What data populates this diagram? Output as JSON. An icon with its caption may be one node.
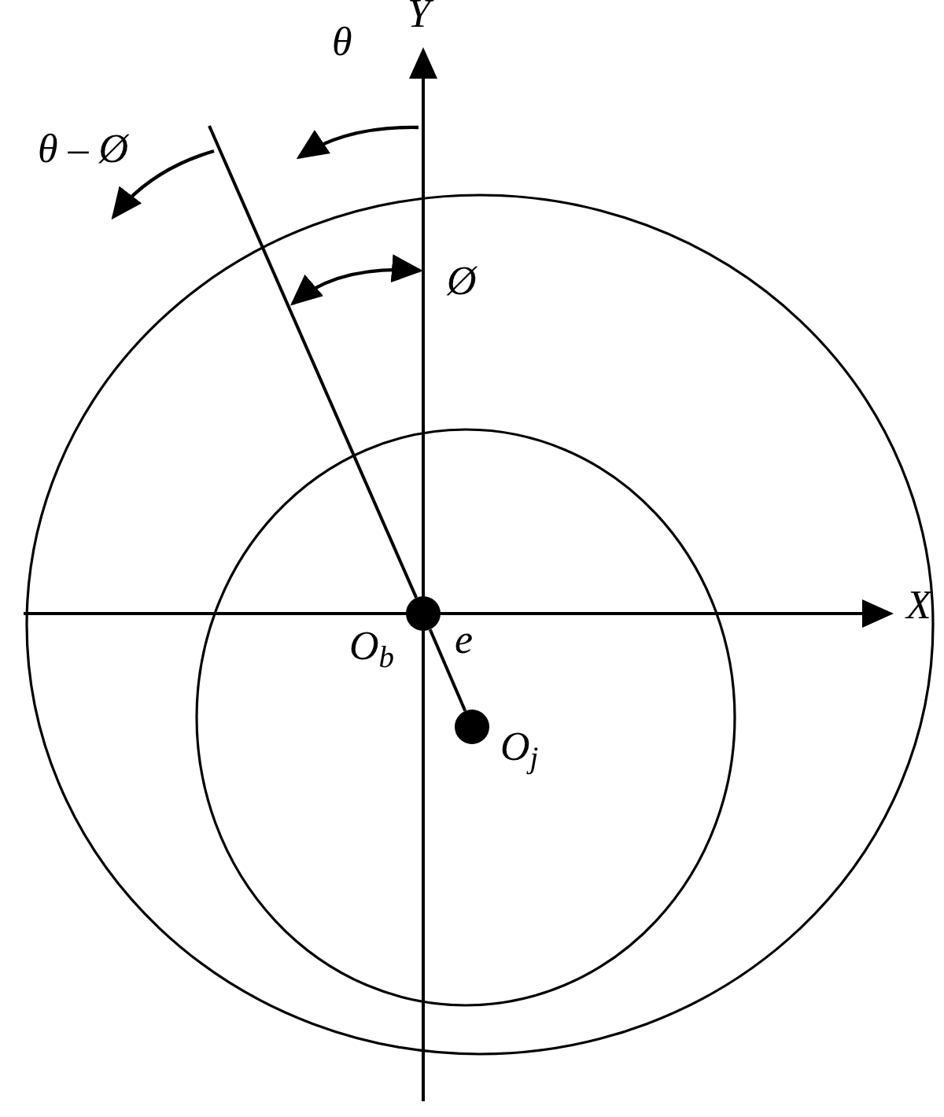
{
  "diagram": {
    "nodes": [
      {
        "text": [],
        "shape": "circle",
        "beside": [
          "O$_{b}$"
        ]
      },
      {
        "text": [],
        "shape": "circle",
        "beside": [
          "O$_{j}$"
        ]
      }
    ],
    "edges": [
      {
        "from": 0,
        "to": 1,
        "arrow": "none",
        "label": "e"
      },
      {
        "from": 0,
        "to": null,
        "arrow": "none"
      }
    ],
    "labels": [
      "Y",
      "θ",
      "θ – Ø",
      "Ø",
      "X"
    ]
  }
}
